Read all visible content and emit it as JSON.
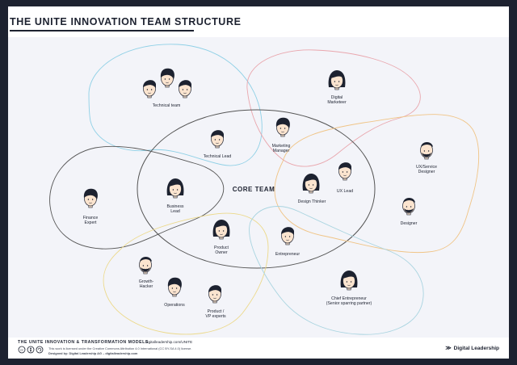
{
  "title": "THE UNITE INNOVATION TEAM STRUCTURE",
  "core_team_label": "CORE TEAM",
  "roles": {
    "technical_team": [
      "Technical team"
    ],
    "digital_marketeer": [
      "Digital",
      "Marketeer"
    ],
    "technical_lead": [
      "Technical Lead"
    ],
    "marketing_manager": [
      "Marketing",
      "Manager"
    ],
    "ux_service_designer": [
      "UX/Service",
      "Designer"
    ],
    "finance_expert": [
      "Finance",
      "Expert"
    ],
    "business_lead": [
      "Business",
      "Lead"
    ],
    "design_thinker": [
      "Design Thinker"
    ],
    "ux_lead": [
      "UX Lead"
    ],
    "designer": [
      "Designer"
    ],
    "product_owner": [
      "Product",
      "Owner"
    ],
    "entrepreneur": [
      "Entrepreneur"
    ],
    "growth_hacker": [
      "Growth-",
      "Hacker"
    ],
    "operations": [
      "Operations"
    ],
    "product_vp_experts": [
      "Product /",
      "VP experts"
    ],
    "chief_entrepreneur": [
      "Chief Entrepreneur",
      "(Senior sparring partner)"
    ]
  },
  "colors": {
    "background": "#1d2230",
    "canvas": "#f3f4f9",
    "ink": "#1d2230",
    "skin": "#fbe4cf",
    "blob_blue": "#8fd0e6",
    "blob_pink": "#e9a6ad",
    "blob_orange": "#f0c486",
    "blob_yellow": "#ecd98a",
    "blob_gray": "#555555",
    "blob_teal": "#a9d4e0"
  },
  "footer": {
    "models_title": "THE UNITE INNOVATION & TRANSFORMATION MODELS",
    "url": "digitalleadership.com/UNITE",
    "license": "This work is licensed under the Creative Commons Attribution 4.0 International (CC BY-SA 4.0) license.",
    "designed_by": "Designed by: Digital Leadership AG – digitalleadership.com",
    "brand": "Digital Leadership",
    "license_icons": [
      "cc-icon",
      "by-icon",
      "sa-icon"
    ]
  }
}
